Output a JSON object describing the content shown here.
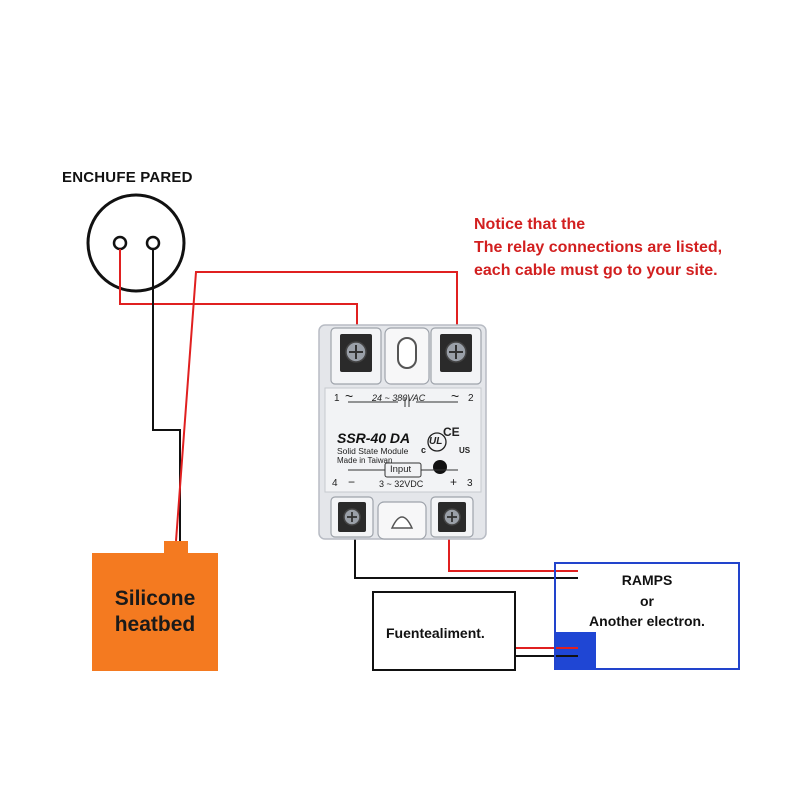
{
  "socket": {
    "label": "ENCHUFE PARED"
  },
  "notice": {
    "lines": [
      "Notice that the",
      "The relay connections are listed,",
      "each cable must go to your site."
    ]
  },
  "relay": {
    "model": "SSR-40 DA",
    "subtitle": "Solid State Module",
    "origin": "Made in Taiwan",
    "ac_range": "24 ~ 380VAC",
    "input_label": "Input",
    "dc_range": "3 ~ 32VDC",
    "ce_mark": "CE",
    "ul_mark": "UL",
    "ul_c": "c",
    "ul_us": "US",
    "terminals": {
      "t1": "1",
      "t2": "2",
      "t3": "3",
      "t4": "4",
      "minus": "−",
      "plus": "+",
      "tilde_left": "~",
      "tilde_right": "~"
    }
  },
  "heatbed": {
    "line1": "Silicone",
    "line2": "heatbed"
  },
  "power_supply": {
    "label": "Fuentealiment."
  },
  "controller": {
    "line1": "RAMPS",
    "line2": "or",
    "line3": "Another electron."
  },
  "colors": {
    "wire_red": "#e02020",
    "wire_black": "#111111",
    "heatbed": "#f47a20",
    "controller_border": "#2244cc",
    "controller_block": "#1f46d4",
    "notice": "#d21f1f"
  }
}
